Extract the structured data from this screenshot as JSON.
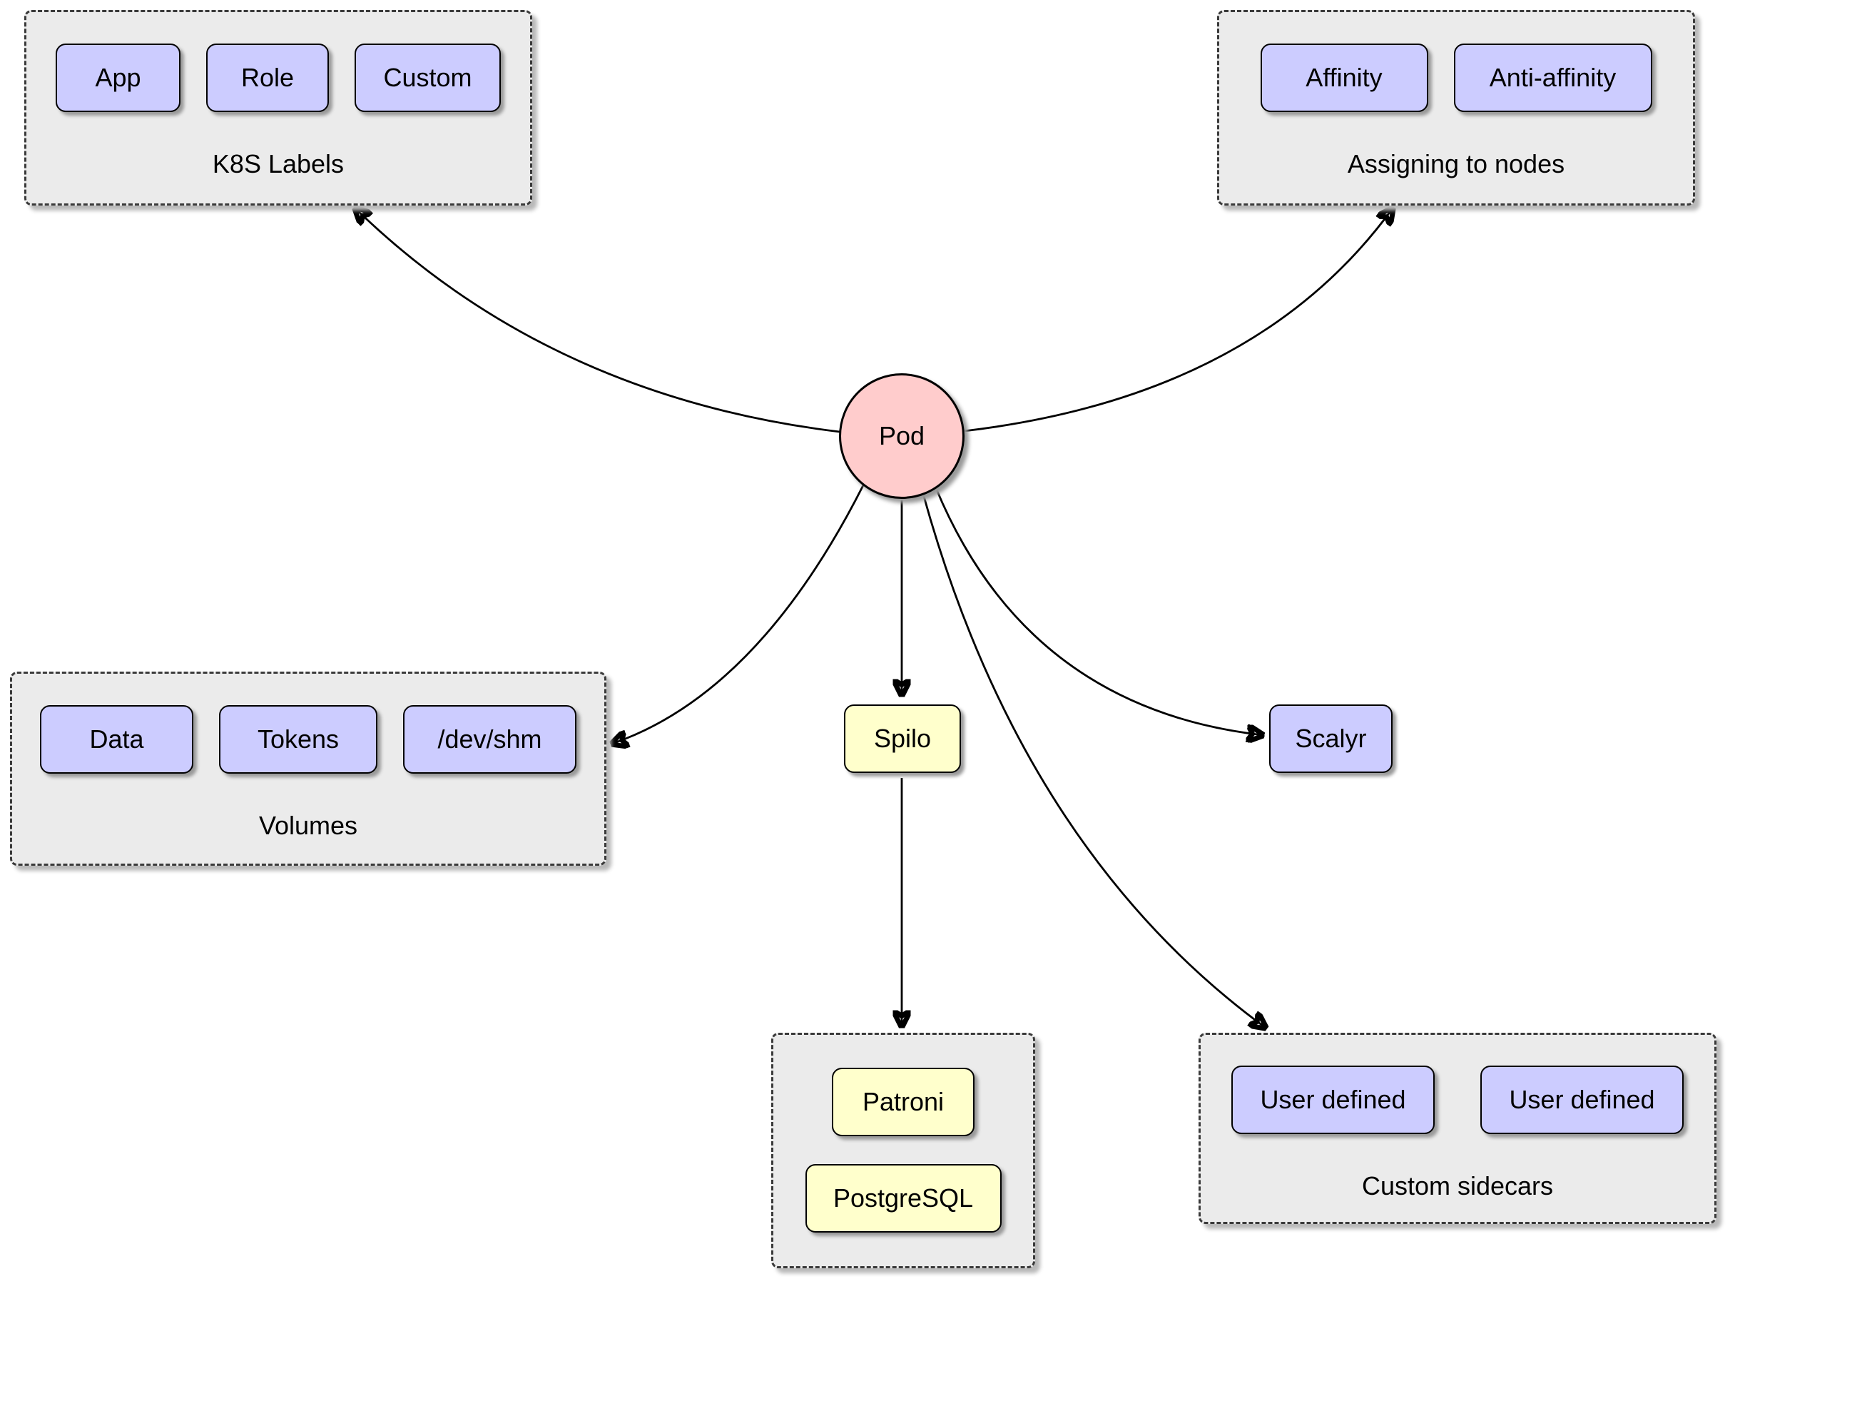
{
  "diagram": {
    "pod": {
      "label": "Pod"
    },
    "nodes": {
      "spilo": {
        "label": "Spilo"
      },
      "scalyr": {
        "label": "Scalyr"
      }
    },
    "groups": {
      "k8s_labels": {
        "title": "K8S Labels",
        "items": [
          "App",
          "Role",
          "Custom"
        ]
      },
      "assigning_to_nodes": {
        "title": "Assigning to nodes",
        "items": [
          "Affinity",
          "Anti-affinity"
        ]
      },
      "volumes": {
        "title": "Volumes",
        "items": [
          "Data",
          "Tokens",
          "/dev/shm"
        ]
      },
      "spilo_containers": {
        "items": [
          "Patroni",
          "PostgreSQL"
        ]
      },
      "custom_sidecars": {
        "title": "Custom sidecars",
        "items": [
          "User defined",
          "User defined"
        ]
      }
    },
    "edges": [
      {
        "from": "Pod",
        "to": "K8S Labels"
      },
      {
        "from": "Pod",
        "to": "Assigning to nodes"
      },
      {
        "from": "Pod",
        "to": "Volumes"
      },
      {
        "from": "Pod",
        "to": "Spilo"
      },
      {
        "from": "Pod",
        "to": "Scalyr"
      },
      {
        "from": "Pod",
        "to": "Custom sidecars"
      },
      {
        "from": "Spilo",
        "to": "Patroni / PostgreSQL"
      }
    ],
    "colors": {
      "item_fill": "#ccccff",
      "spilo_fill": "#ffffcc",
      "pod_fill": "#ffcccc",
      "group_fill": "#ebebeb",
      "border": "#000000"
    }
  }
}
